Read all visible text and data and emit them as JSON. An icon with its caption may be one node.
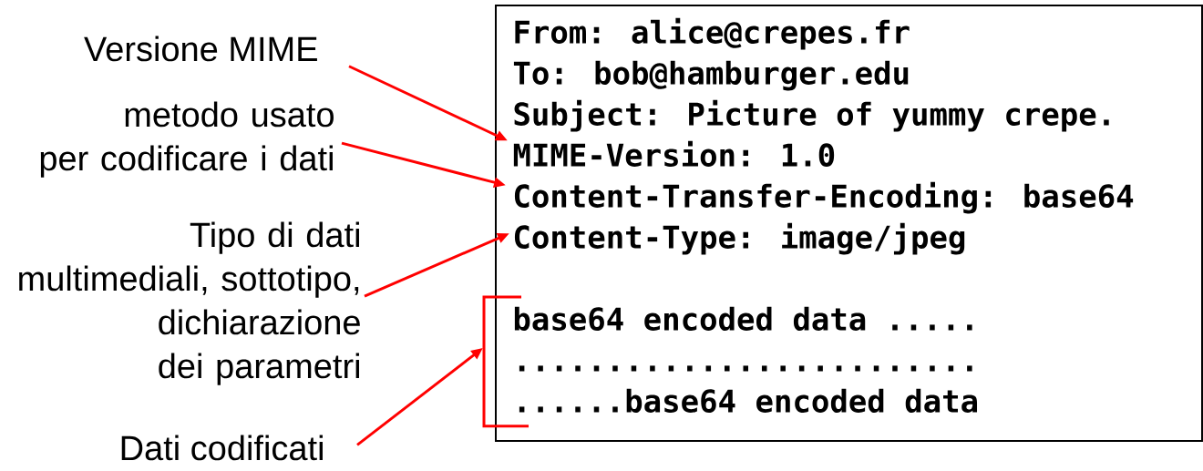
{
  "diagram": {
    "nodes": [
      {
        "text": [
          "Versione MIME"
        ]
      },
      {
        "text": [
          "metodo usato per codificare i dati"
        ]
      },
      {
        "text": [
          "Tipo di dati multimediali, sottotipo, dichiarazione dei parametri"
        ]
      },
      {
        "text": [
          "Dati codificati"
        ]
      },
      {
        "text": [
          "From: alice@crepes.fr",
          "To: bob@hamburger.edu",
          "Subject: Picture of yummy crepe."
        ]
      },
      {
        "text": [
          "MIME-Version: 1.0"
        ],
        "in": 4
      },
      {
        "text": [
          "Content-Transfer-Encoding: base64"
        ],
        "in": 4
      },
      {
        "text": [
          "Content-Type: image/jpeg"
        ],
        "in": 4
      },
      {
        "text": [
          "base64 encoded data .....",
          ".........................",
          "......base64 encoded data"
        ],
        "in": 4
      }
    ],
    "edges": [
      {
        "from": 0,
        "to": 5,
        "arrow": "to"
      },
      {
        "from": 1,
        "to": 6,
        "arrow": "to"
      },
      {
        "from": 2,
        "to": 7,
        "arrow": "to"
      },
      {
        "from": 3,
        "to": 8,
        "arrow": "to"
      }
    ]
  }
}
